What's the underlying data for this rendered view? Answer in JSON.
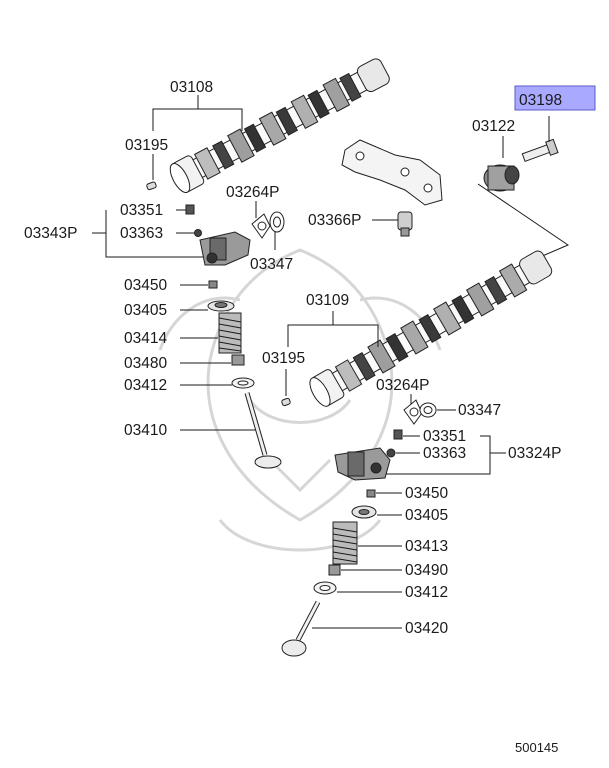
{
  "diagram": {
    "highlight_color": "#a9a9ff",
    "labels": {
      "p03108": "03108",
      "p03195_top": "03195",
      "p03198": "03198",
      "p03122": "03122",
      "p03351_left": "03351",
      "p03343P": "03343P",
      "p03363_left": "03363",
      "p03264P_top": "03264P",
      "p03366P": "03366P",
      "p03347_top": "03347",
      "p03450_left": "03450",
      "p03405_left": "03405",
      "p03414": "03414",
      "p03480": "03480",
      "p03412_left": "03412",
      "p03410": "03410",
      "p03109": "03109",
      "p03195_mid": "03195",
      "p03264P_mid": "03264P",
      "p03347_mid": "03347",
      "p03351_right": "03351",
      "p03363_right": "03363",
      "p03324P": "03324P",
      "p03450_right": "03450",
      "p03405_right": "03405",
      "p03413": "03413",
      "p03490": "03490",
      "p03412_right": "03412",
      "p03420": "03420",
      "ref": "500145"
    }
  }
}
